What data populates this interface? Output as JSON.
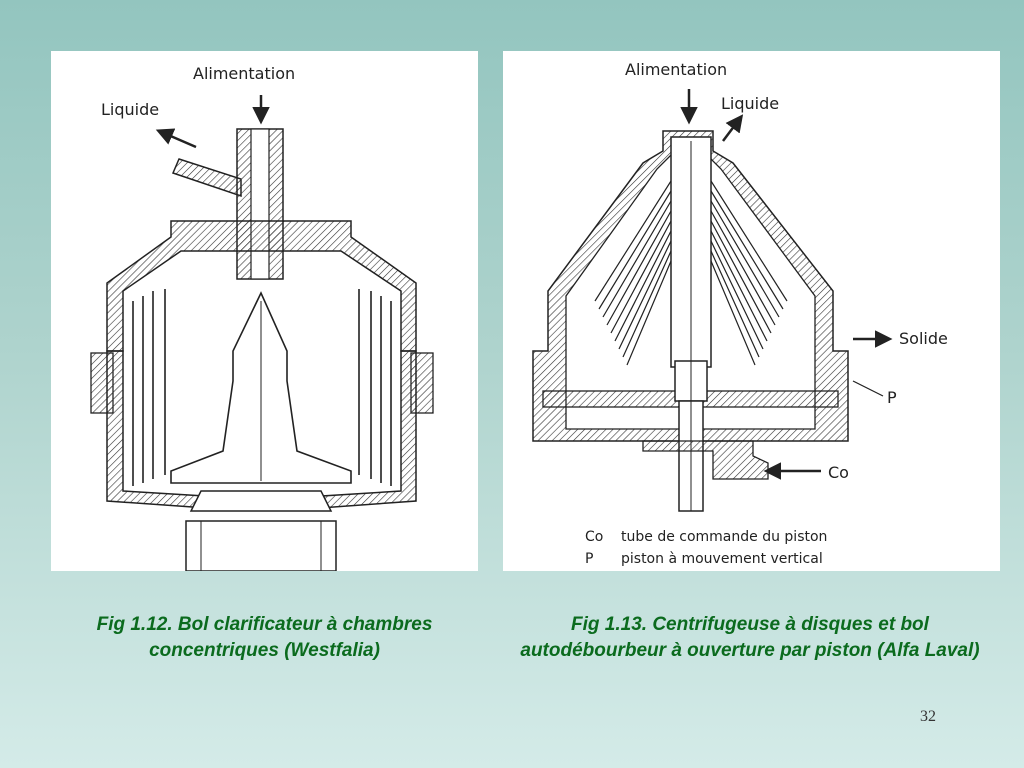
{
  "figure_left": {
    "label_feed": "Alimentation",
    "label_liquid": "Liquide",
    "caption": "Fig 1.12. Bol clarificateur à chambres concentriques (Westfalia)"
  },
  "figure_right": {
    "label_feed": "Alimentation",
    "label_liquid": "Liquide",
    "label_solid": "Solide",
    "label_p": "P",
    "label_co": "Co",
    "legend": [
      {
        "key": "Co",
        "text": "tube de commande du piston"
      },
      {
        "key": "P",
        "text": "piston à mouvement vertical"
      }
    ],
    "caption": "Fig 1.13. Centrifugeuse à disques et bol autodébourbeur à ouverture par piston (Alfa Laval)"
  },
  "slide_number": "32",
  "colors": {
    "caption": "#0b6b1e",
    "background_top": "#93c5bf",
    "background_bottom": "#d4ebe8"
  }
}
